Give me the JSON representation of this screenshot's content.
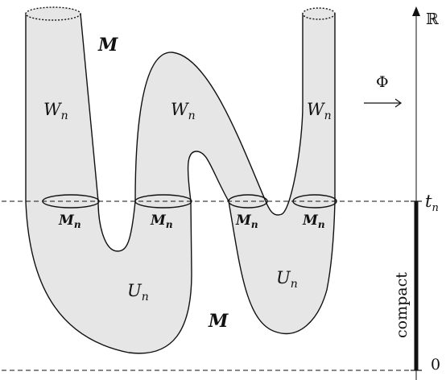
{
  "labels": {
    "M_top": "M",
    "M_bottom": "M",
    "W_left": "W",
    "W_middle": "W",
    "W_right": "W",
    "W_subscript": "n",
    "U_left": "U",
    "U_right": "U",
    "U_subscript": "n",
    "Mn_1": "M",
    "Mn_2": "M",
    "Mn_3": "M",
    "Mn_4": "M",
    "Mn_subscript": "n",
    "map_symbol": "Φ",
    "axis_label": "ℝ",
    "tick_tn": "t",
    "tick_tn_subscript": "n",
    "tick_zero": "0",
    "compact_label": "compact"
  }
}
